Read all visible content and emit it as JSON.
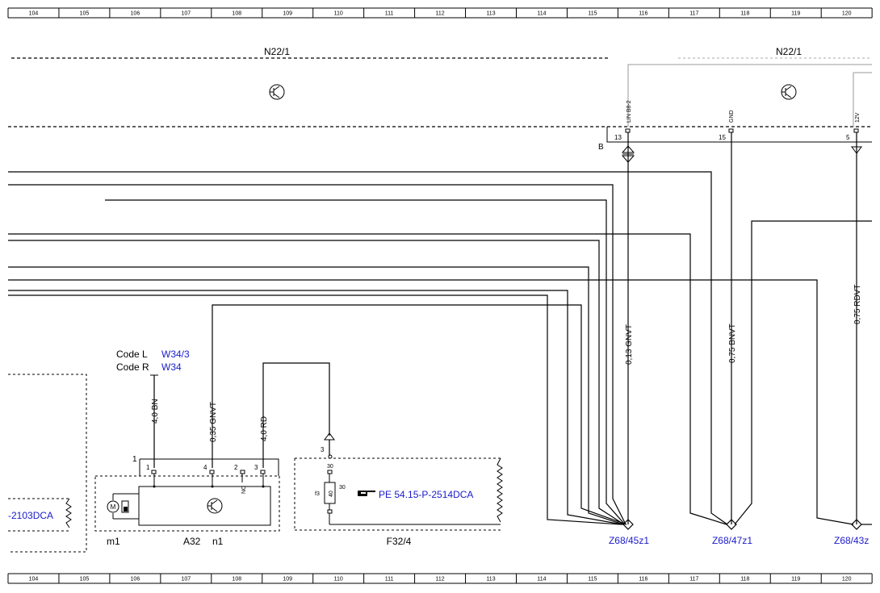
{
  "ruler": {
    "numbers": [
      "104",
      "105",
      "106",
      "107",
      "108",
      "109",
      "110",
      "111",
      "112",
      "113",
      "114",
      "115",
      "116",
      "117",
      "118",
      "119",
      "120"
    ]
  },
  "modules": {
    "left_name": "N22/1",
    "right_name": "N22/1",
    "plug_label": "B"
  },
  "pins": {
    "p13": "13",
    "p15": "15",
    "p5": "5",
    "lin": "LIN B8-2",
    "gnd": "GND",
    "v12": "12V"
  },
  "wires": {
    "gnvt_013": "0,13 GNVT",
    "bnvt_075": "0,75 BNVT",
    "rdvt_075": "0,75 RDVT",
    "bn_40": "4,0 BN",
    "gnvt_035": "0,35 GNVT",
    "rd_40": "4,0 RD"
  },
  "codes": {
    "code_l_label": "Code L",
    "code_l_link": "W34/3",
    "code_r_label": "Code R",
    "code_r_link": "W34"
  },
  "a32": {
    "pin1_outer": "1",
    "pin1": "1",
    "pin4": "4",
    "pin2": "2",
    "pin3": "3",
    "nc": "NC",
    "label_m1": "m1",
    "label_a32": "A32",
    "label_n1": "n1",
    "motor_letter": "M"
  },
  "f32": {
    "pin3": "3",
    "pin30_top": "30",
    "pin30_side": "30",
    "fuse_label": "f3",
    "fuse_value": "40",
    "ref_link": "PE 54.15-P-2514DCA",
    "label": "F32/4"
  },
  "left_ref": {
    "link": "-2103DCA"
  },
  "connectors": {
    "z45": "Z68/45z1",
    "z47": "Z68/47z1",
    "z43": "Z68/43z"
  }
}
